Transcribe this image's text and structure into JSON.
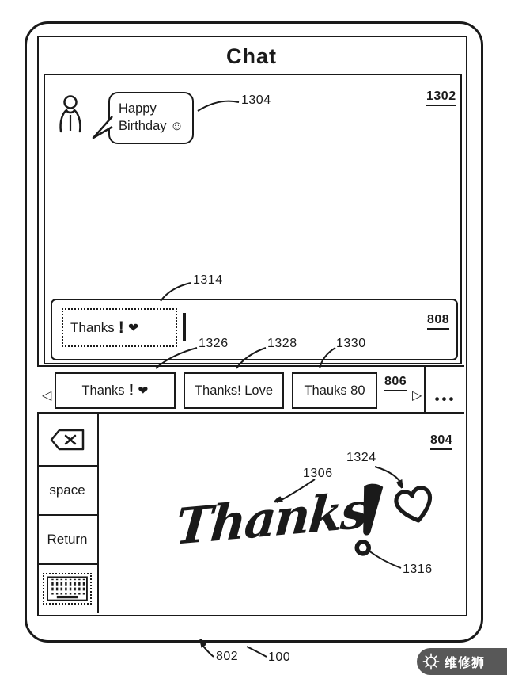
{
  "title": "Chat",
  "chat": {
    "ref": "1302",
    "bubble_ref": "1304",
    "message_line1": "Happy",
    "message_line2": "Birthday ☺"
  },
  "input": {
    "ref": "808",
    "box_ref": "1314",
    "text": "Thanks",
    "exclaim": "!",
    "heart": "❤"
  },
  "suggestions": {
    "ref": "806",
    "left_arrow": "◁",
    "right_arrow": "▷",
    "more": "•••",
    "items": [
      {
        "label": "Thanks",
        "exclaim": "!",
        "heart": "❤",
        "ref": "1326"
      },
      {
        "label": "Thanks! Love",
        "ref": "1328"
      },
      {
        "label": "Thauks 80",
        "ref": "1330"
      }
    ]
  },
  "keys": {
    "area_ref": "804",
    "space": "space",
    "return": "Return"
  },
  "handwriting": {
    "word": "Thanks",
    "word_ref": "1306",
    "heart_ref": "1324",
    "exclaim_ref": "1316"
  },
  "footer": {
    "ref_device_edge": "802",
    "ref_system": "100"
  },
  "watermark": {
    "text": "维修狮"
  }
}
